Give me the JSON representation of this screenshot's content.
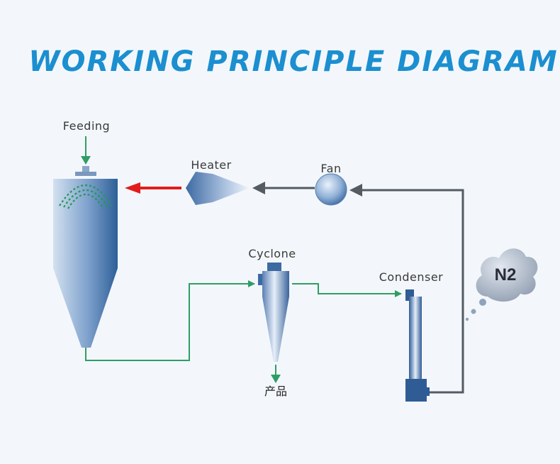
{
  "title": "WORKING PRINCIPLE DIAGRAM",
  "labels": {
    "feeding": "Feeding",
    "heater": "Heater",
    "fan": "Fan",
    "cyclone": "Cyclone",
    "condenser": "Condenser",
    "product": "产品",
    "n2": "N2"
  },
  "colors": {
    "title": "#1b8fd0",
    "feed_line": "#2e9e64",
    "gas_line": "#555b63",
    "hot_arrow": "#e21c1c",
    "equipment_dark": "#2d5f98",
    "equipment_light": "#c8d9ec",
    "cloud": "#7d8fa6"
  }
}
